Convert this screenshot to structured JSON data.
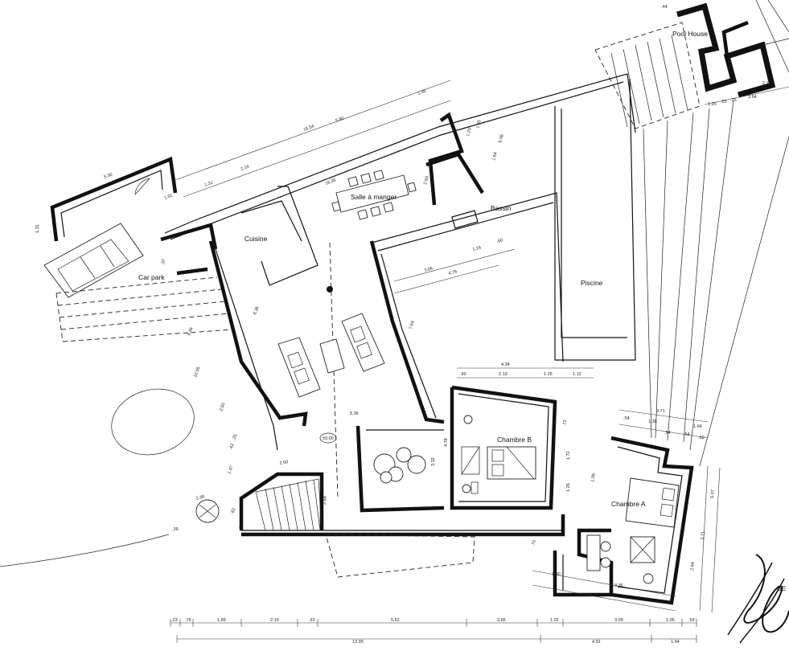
{
  "rooms": {
    "pool_house": "Pool House",
    "salle": "Salle à manger",
    "bassin": "Bassin",
    "cuisine": "Cuisine",
    "piscine": "Piscine",
    "car_park": "Car park",
    "chambre_b": "Chambre B",
    "chambre_a": "Chambre A"
  },
  "level_marker": "±0.00",
  "bottom_dims": {
    "row1": [
      ".23",
      ".76",
      "1.89",
      "2.19",
      ".92",
      "5.52",
      "2.66",
      "1.02",
      "3.09",
      "1.05",
      ".59"
    ],
    "row2": [
      "13.95",
      "4.91",
      "1.64"
    ]
  },
  "top_dims": {
    "upper": [
      "15.54",
      "5.80",
      "1.35"
    ],
    "lower": [
      "2.19",
      "16.35",
      "1.91",
      "1.31"
    ],
    "garage": [
      "5.30",
      "1.31"
    ],
    "right": [
      "1.65",
      "1.20",
      "5.06",
      "1.64",
      "2.50"
    ]
  },
  "pool_house_dims": [
    "1.25",
    ".25",
    ".25",
    "3.64",
    "2.15",
    ".44"
  ],
  "middle_dims": [
    "3.06",
    "4.76",
    "1.16",
    ".60",
    "7.64",
    "5.36",
    "8.36",
    "4.46",
    "10.95",
    "2.50",
    ".25",
    ".43",
    "1.47",
    "2.50",
    "2.38",
    ".82",
    ".64",
    ".36",
    ".37",
    "2.64"
  ],
  "chambre_b_dims": [
    "4.34",
    ".90",
    "2.19",
    "1.25",
    "1.12",
    ".72",
    "1.72",
    "1.26",
    "3.32",
    "4.78"
  ],
  "chambre_a_dims": [
    "3.71",
    "1.38",
    "1.64",
    ".54",
    ".54",
    ".54",
    ".50",
    "1.05",
    "5.07",
    "3.71",
    "2.64",
    "1.90",
    "5.25",
    "3.36",
    ".70"
  ],
  "signature_text": "SE"
}
